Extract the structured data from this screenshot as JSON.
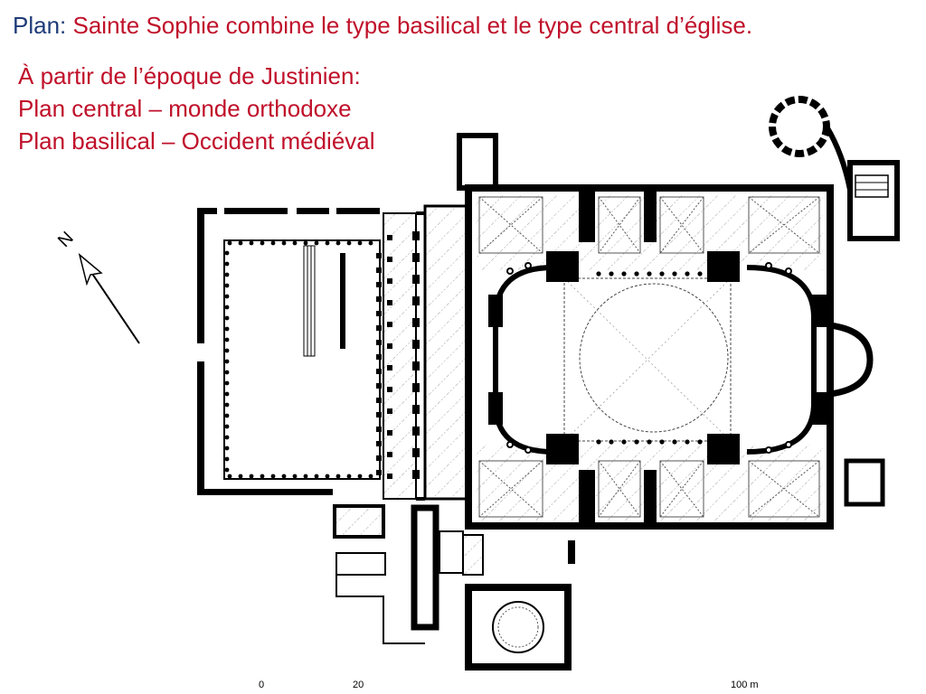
{
  "slide": {
    "title_label": "Plan:",
    "title_text": "Sainte Sophie combine le type basilical et le type central d’église.",
    "lines": [
      "À partir de l’époque de Justinien:",
      "Plan central – monde orthodoxe",
      "Plan basilical – Occident médiéval"
    ]
  },
  "diagram": {
    "north_label": "N",
    "scale_labels": [
      "0",
      "20",
      "100 m"
    ],
    "colors": {
      "wall": "#000000",
      "hatch": "#7a7a7a",
      "background": "#ffffff"
    }
  }
}
